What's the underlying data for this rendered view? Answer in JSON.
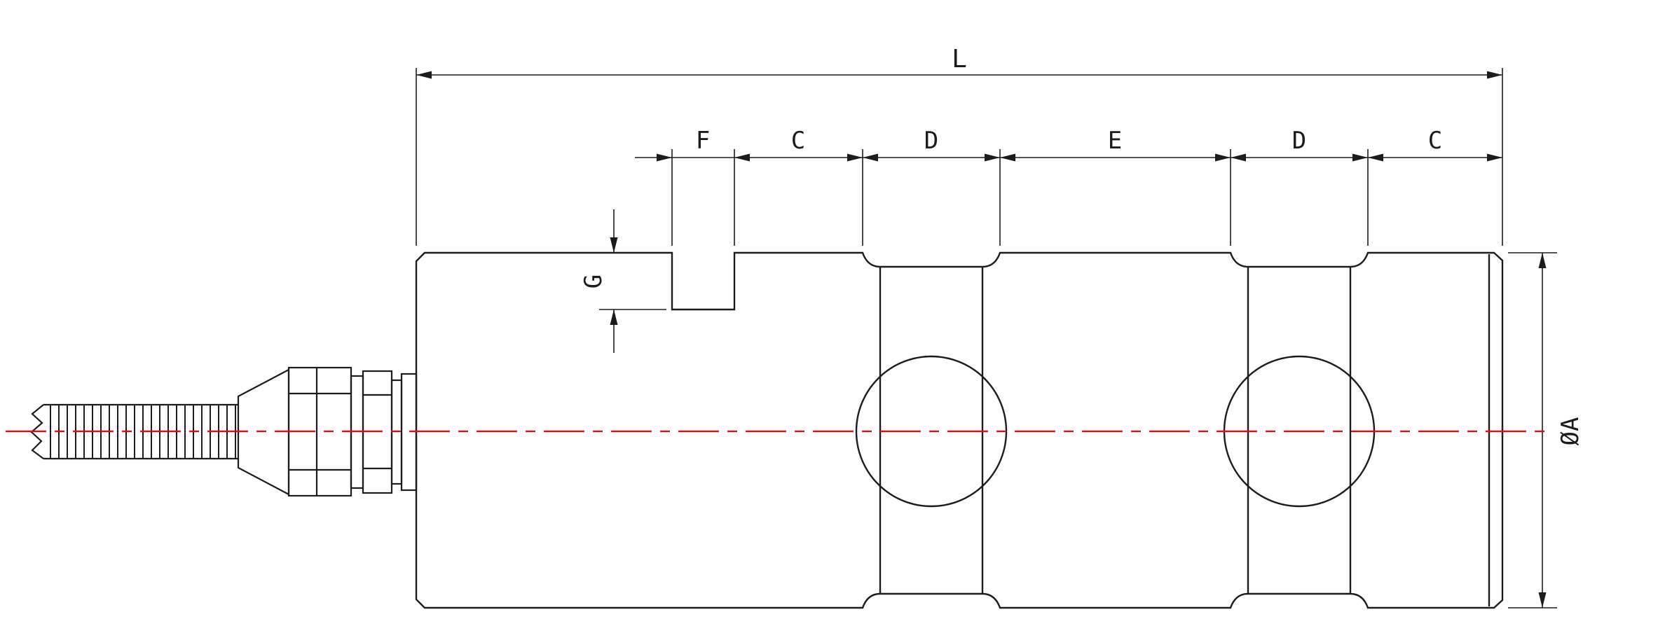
{
  "drawing": {
    "overall_length_label": "L",
    "dimension_chain": [
      "F",
      "C",
      "D",
      "E",
      "D",
      "C"
    ],
    "notch_depth_label": "G",
    "diameter_label": "ØA",
    "colors": {
      "line": "#1c1c1c",
      "centerline": "#ff0000",
      "background": "#ffffff"
    }
  }
}
